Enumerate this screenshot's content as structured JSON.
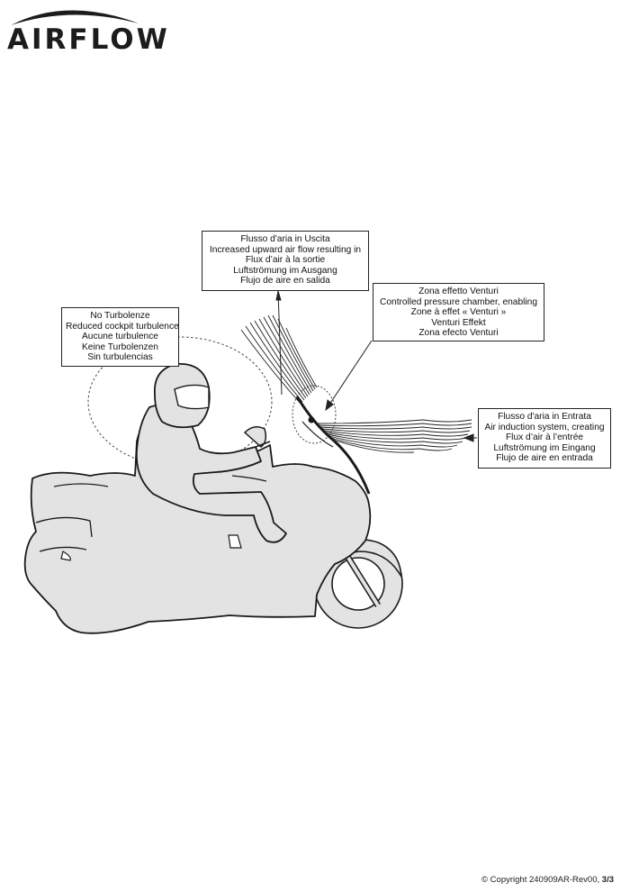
{
  "brand": {
    "logo_text": "AIRFLOW"
  },
  "callouts": {
    "exit": {
      "lines": [
        "Flusso d'aria in Uscita",
        "Increased upward air flow resulting in",
        "Flux d’air à la sortie",
        "Luftströmung im Ausgang",
        "Flujo de aire en salida"
      ]
    },
    "cockpit": {
      "lines": [
        "No Turbolenze",
        "Reduced cockpit turbulence",
        "Aucune turbulence",
        "Keine Turbolenzen",
        "Sin turbulencias"
      ]
    },
    "venturi": {
      "lines": [
        "Zona effetto Venturi",
        "Controlled pressure chamber, enabling",
        "Zone à effet « Venturi »",
        "Venturi Effekt",
        "Zona efecto Venturi"
      ]
    },
    "intake": {
      "lines": [
        "Flusso d'aria in Entrata",
        "Air induction system, creating",
        "Flux d’air à l’entrée",
        "Luftströmung im Eingang",
        "Flujo de aire en entrada"
      ]
    }
  },
  "footer": {
    "copyright": "© Copyright 240909AR-Rev00,",
    "page": "3/3"
  },
  "colors": {
    "bike_fill": "#e3e3e3",
    "outline": "#1a1a1a"
  }
}
